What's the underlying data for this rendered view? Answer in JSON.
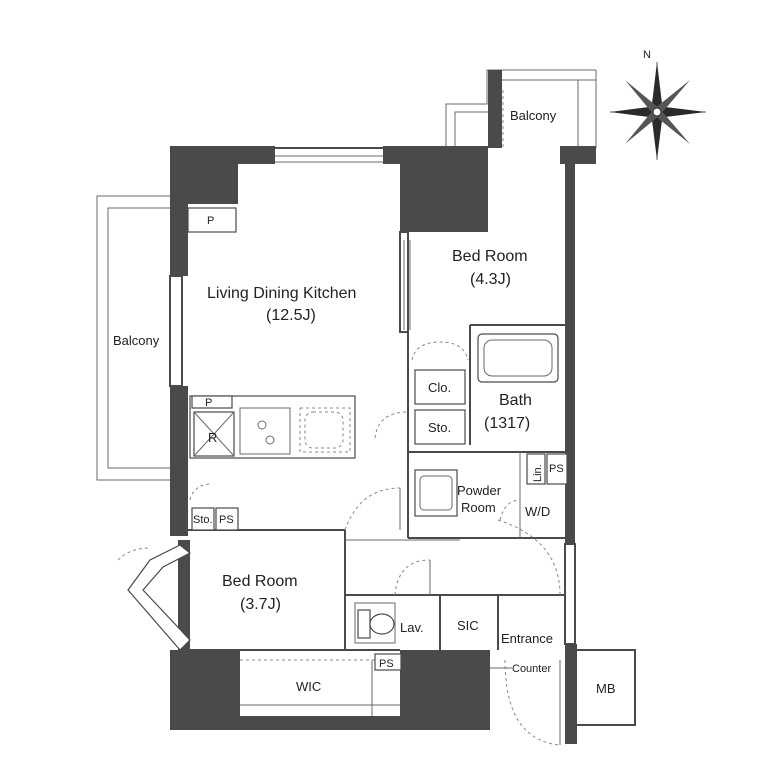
{
  "compass": {
    "north_label": "N"
  },
  "rooms": {
    "ldk": {
      "name": "Living Dining Kitchen",
      "size": "(12.5J)"
    },
    "bedroom1": {
      "name": "Bed Room",
      "size": "(4.3J)"
    },
    "bedroom2": {
      "name": "Bed Room",
      "size": "(3.7J)"
    },
    "bath": {
      "name": "Bath",
      "size": "(1317)"
    },
    "powder": {
      "line1": "Powder",
      "line2": "Room"
    },
    "balcony_top": "Balcony",
    "balcony_left": "Balcony",
    "closet": "Clo.",
    "storage_mid": "Sto.",
    "storage_left": "Sto.",
    "ps_left": "PS",
    "ps_bath": "PS",
    "ps_bottom": "PS",
    "linen": "Lin.",
    "washer": "W/D",
    "lavatory": "Lav.",
    "sic": "SIC",
    "entrance": "Entrance",
    "counter": "Counter",
    "mb": "MB",
    "wic": "WIC",
    "refrigerator": "R",
    "pipe_top": "P",
    "pipe_kitchen": "P"
  }
}
